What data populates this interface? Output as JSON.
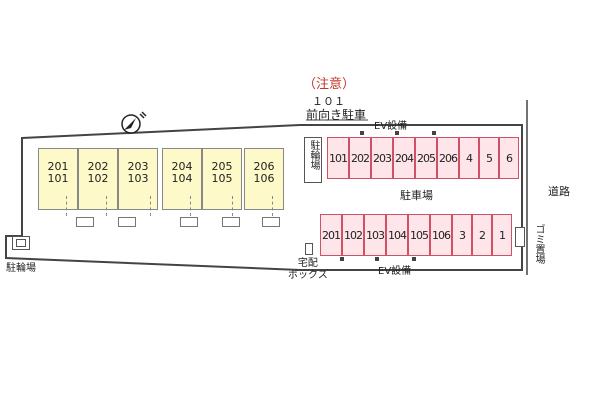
{
  "notice": {
    "title": "（注意）",
    "unit": "１０１",
    "text": "前向き駐車"
  },
  "ev_top": "EV設備",
  "ev_bottom": "EV設備",
  "bike_center": "駐輪場",
  "bike_left": "駐輪場",
  "parking_area": "駐車場",
  "road": "道路",
  "garbage": "ゴミ置場",
  "delivery_box": "宅配\nボックス",
  "units": [
    {
      "upper": "201",
      "lower": "101"
    },
    {
      "upper": "202",
      "lower": "102"
    },
    {
      "upper": "203",
      "lower": "103"
    },
    {
      "upper": "204",
      "lower": "104"
    },
    {
      "upper": "205",
      "lower": "105"
    },
    {
      "upper": "206",
      "lower": "106"
    }
  ],
  "parking_top": [
    "101",
    "202",
    "203",
    "204",
    "205",
    "206",
    "4",
    "5",
    "6"
  ],
  "parking_bottom": [
    "201",
    "102",
    "103",
    "104",
    "105",
    "106",
    "3",
    "2",
    "1"
  ],
  "colors": {
    "building_fill": "#fdf9c8",
    "parking_fill": "#fde5ea",
    "parking_border": "#d05066",
    "notice_red": "#c0392b",
    "outline": "#444444"
  },
  "icons": [
    "compass-north-icon"
  ]
}
